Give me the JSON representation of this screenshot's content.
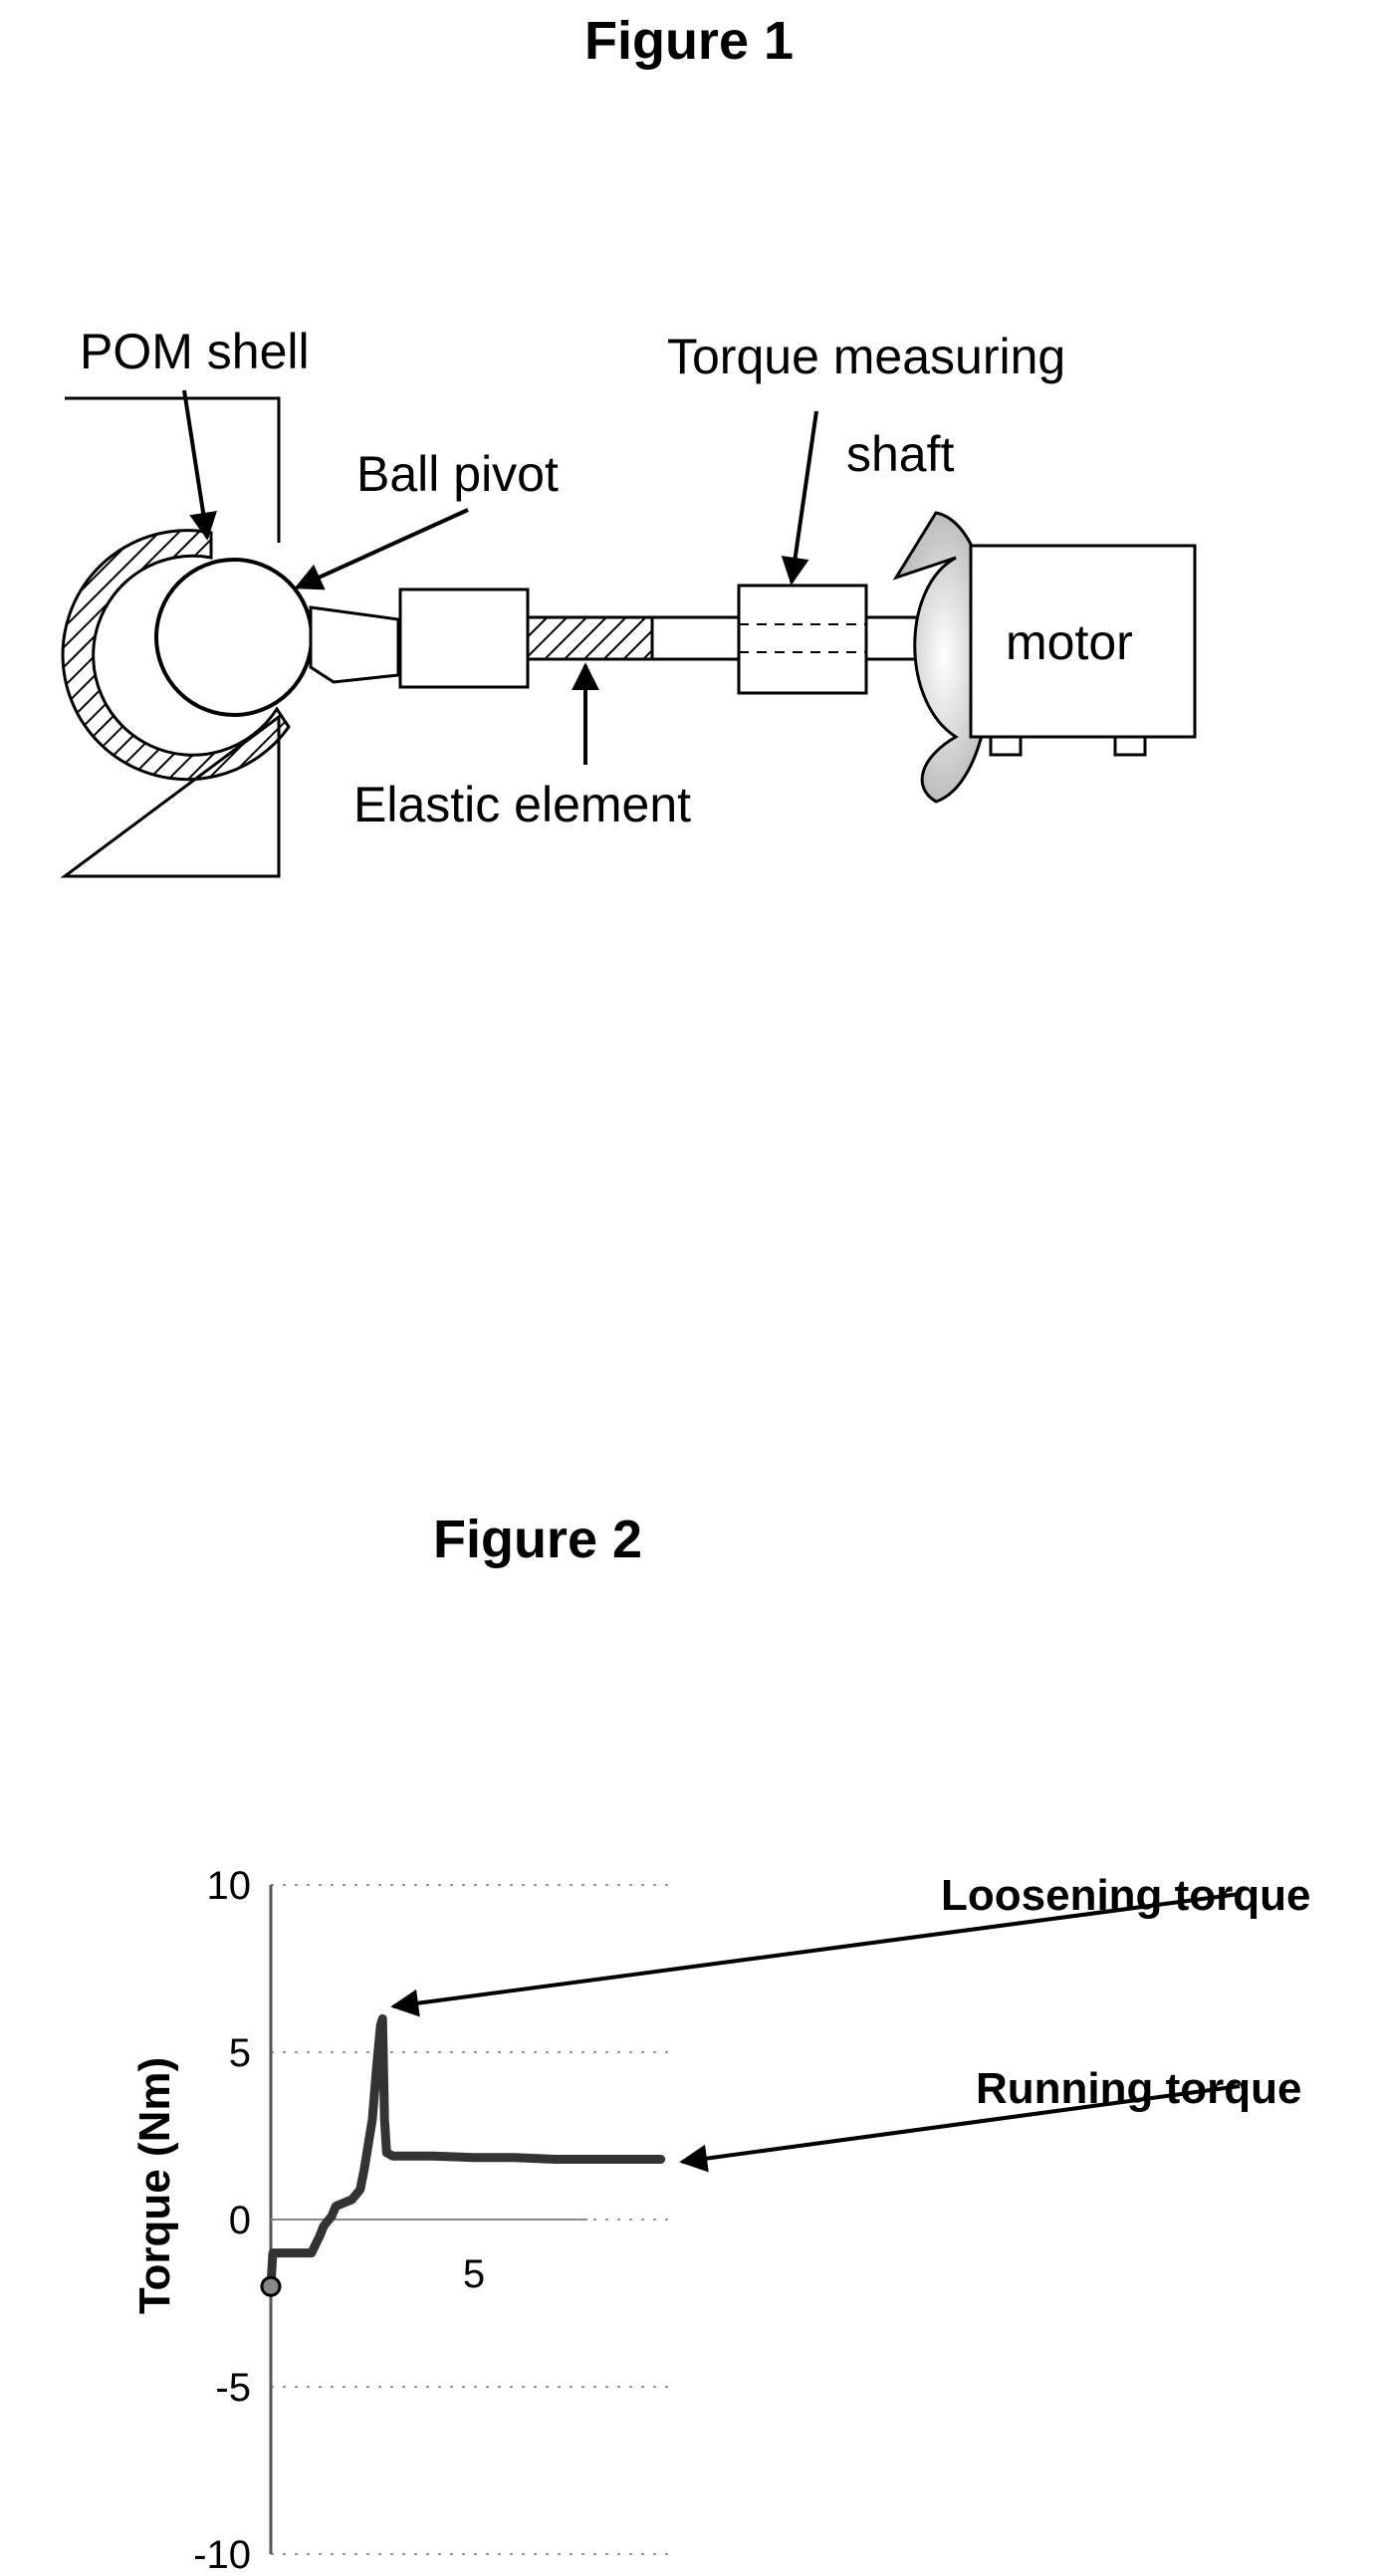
{
  "figure1": {
    "title": "Figure 1",
    "labels": {
      "pom_shell": "POM shell",
      "ball_pivot": "Ball pivot",
      "torque_measuring": "Torque measuring",
      "shaft": "shaft",
      "elastic_element": "Elastic element",
      "motor": "motor"
    }
  },
  "figure2": {
    "title": "Figure 2",
    "annotations": {
      "loosening": "Loosening torque",
      "running": "Running torque"
    },
    "chart_data": {
      "type": "line",
      "title": "",
      "xlabel": "",
      "ylabel": "Torque (Nm)",
      "xlim": [
        0,
        10
      ],
      "ylim": [
        -10,
        10
      ],
      "x_ticks": [
        {
          "value": 5,
          "label": "5"
        }
      ],
      "y_ticks": [
        {
          "value": 10,
          "label": "10"
        },
        {
          "value": 5,
          "label": "5"
        },
        {
          "value": 0,
          "label": "0"
        },
        {
          "value": -5,
          "label": "-5"
        },
        {
          "value": -10,
          "label": "-10"
        }
      ],
      "grid": true,
      "series": [
        {
          "x": [
            0,
            0.05,
            0.1,
            0.2,
            1.0,
            1.2,
            1.3,
            1.5,
            1.6,
            2.0,
            2.2,
            2.3,
            2.5,
            2.6,
            2.7,
            2.75,
            2.8,
            2.85,
            3.0,
            4.0,
            5.0,
            6.0,
            7.0,
            8.0,
            9.0,
            9.6
          ],
          "y": [
            -2.0,
            -1.0,
            -1.0,
            -1.0,
            -1.0,
            -0.5,
            -0.2,
            0.1,
            0.4,
            0.6,
            0.9,
            1.5,
            3.0,
            4.5,
            5.8,
            6.0,
            3.0,
            2.0,
            1.9,
            1.9,
            1.85,
            1.85,
            1.8,
            1.8,
            1.8,
            1.8
          ]
        }
      ],
      "markers": [
        {
          "x": 0,
          "y": -2.0
        }
      ]
    }
  }
}
